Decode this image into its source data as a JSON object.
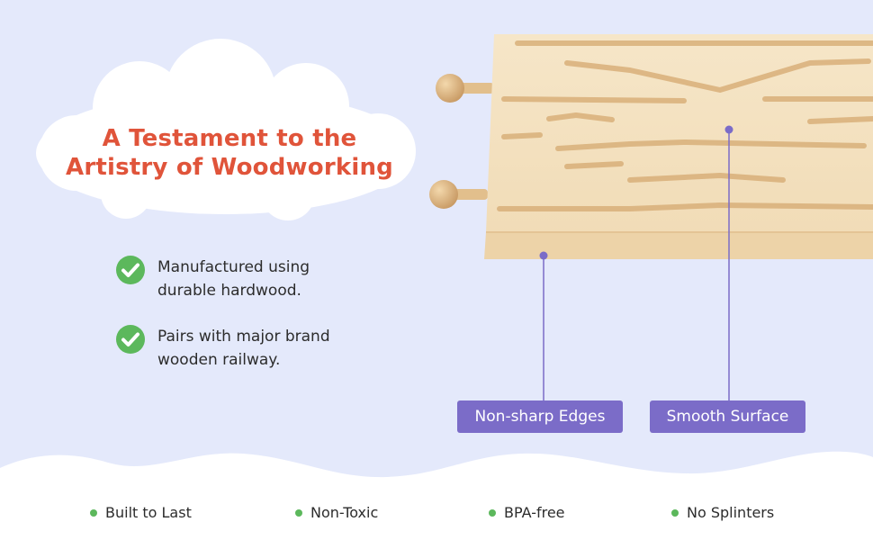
{
  "headline": {
    "line1": "A Testament to the",
    "line2": "Artistry of Woodworking"
  },
  "features": [
    {
      "line1": "Manufactured using",
      "line2": "durable hardwood.",
      "icon": "check-circle-icon"
    },
    {
      "line1": "Pairs with major brand",
      "line2": "wooden railway.",
      "icon": "check-circle-icon"
    }
  ],
  "callouts": [
    {
      "label": "Non-sharp Edges"
    },
    {
      "label": "Smooth Surface"
    }
  ],
  "badges": [
    {
      "label": "Built to Last"
    },
    {
      "label": "Non-Toxic"
    },
    {
      "label": "BPA-free"
    },
    {
      "label": "No Splinters"
    }
  ],
  "colors": {
    "background": "#e4e9fb",
    "headline": "#e0543a",
    "check": "#5cb85c",
    "callout": "#7b6cc8",
    "wood": "#f3e2c4"
  }
}
